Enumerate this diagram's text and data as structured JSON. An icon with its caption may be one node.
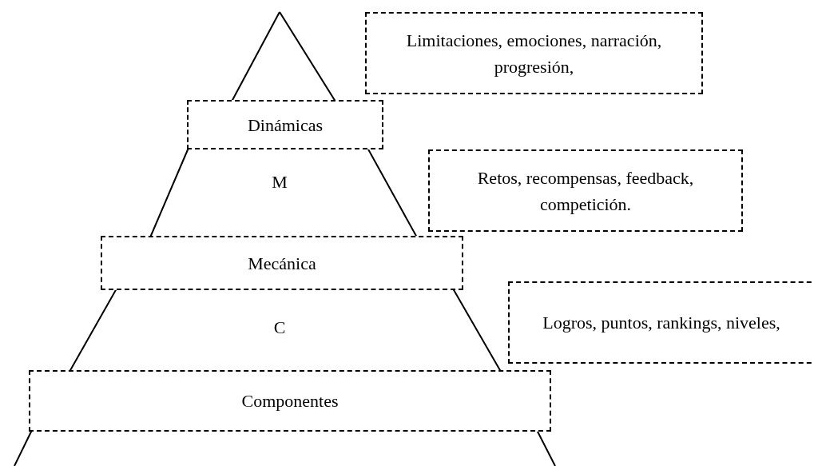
{
  "diagram": {
    "nodes": [
      {
        "text": [
          "Limitaciones, emociones, narración, progresión,"
        ]
      },
      {
        "text": [
          "Dinámicas"
        ]
      },
      {
        "text": [
          "Retos, recompensas, feedback, competición."
        ]
      },
      {
        "text": [
          "Mecánica"
        ]
      },
      {
        "text": [
          "Logros, puntos, rankings, niveles,"
        ]
      },
      {
        "text": [
          "Componentes"
        ]
      }
    ],
    "edges": [],
    "labels": [
      "M",
      "C"
    ]
  }
}
